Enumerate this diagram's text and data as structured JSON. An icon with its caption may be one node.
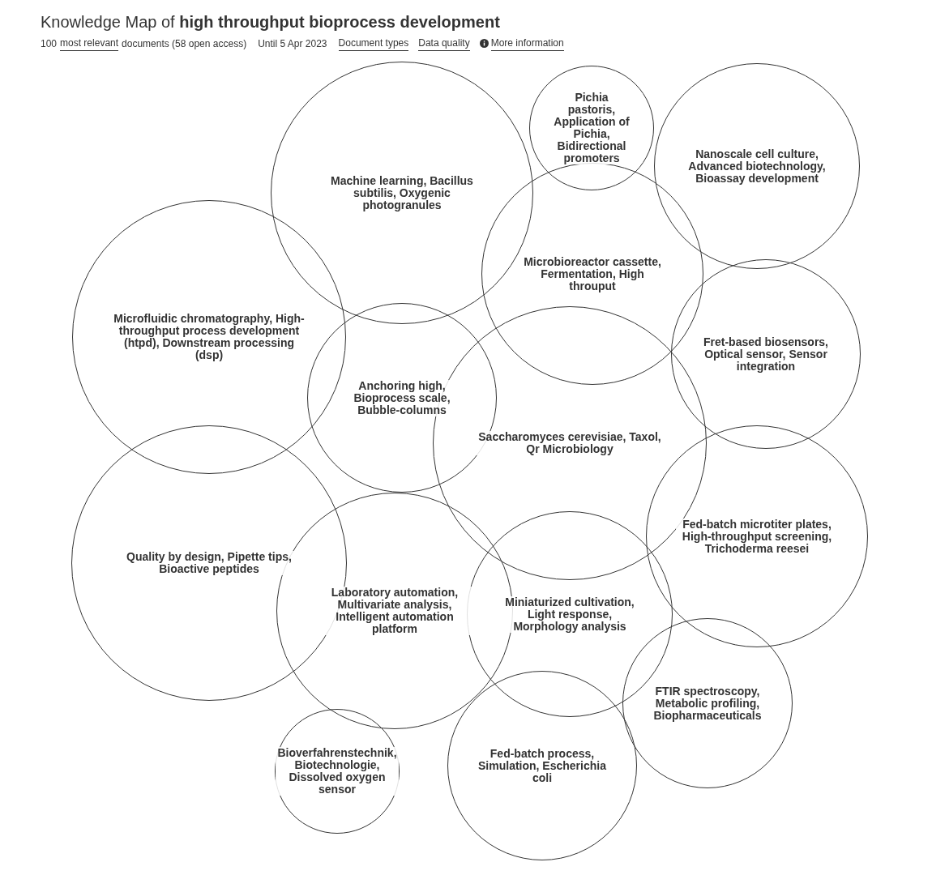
{
  "diagram": {
    "title": "Knowledge Map of **high throughput bioprocess development**",
    "nodes": [
      {
        "text": [
          "Pichia pastoris, Application of Pichia, Bidirectional promoters"
        ]
      },
      {
        "text": [
          "Nanoscale cell culture, Advanced biotechnology, Bioassay development"
        ]
      },
      {
        "text": [
          "Machine learning, Bacillus subtilis, Oxygenic photogranules"
        ]
      },
      {
        "text": [
          "Microbioreactor cassette, Fermentation, High throuput"
        ]
      },
      {
        "text": [
          "Microfluidic chromatography, High-throughput process development (htpd), Downstream processing (dsp)"
        ]
      },
      {
        "text": [
          "Fret-based biosensors, Optical sensor, Sensor integration"
        ]
      },
      {
        "text": [
          "Anchoring high, Bioprocess scale, Bubble-columns"
        ]
      },
      {
        "text": [
          "Saccharomyces cerevisiae, Taxol, Qr Microbiology"
        ]
      },
      {
        "text": [
          "Fed-batch microtiter plates, High-throughput screening, Trichoderma reesei"
        ]
      },
      {
        "text": [
          "Quality by design, Pipette tips, Bioactive peptides"
        ]
      },
      {
        "text": [
          "Laboratory automation, Multivariate analysis, Intelligent automation platform"
        ]
      },
      {
        "text": [
          "Miniaturized cultivation, Light response, Morphology analysis"
        ]
      },
      {
        "text": [
          "FTIR spectroscopy, Metabolic profiling, Biopharmaceuticals"
        ]
      },
      {
        "text": [
          "Fed-batch process, Simulation, Escherichia coli"
        ]
      },
      {
        "text": [
          "Bioverfahrenstechnik, Biotechnologie, Dissolved oxygen sensor"
        ]
      }
    ],
    "labels": [
      "100",
      "most relevant",
      "documents (58 open access)",
      "Until 5 Apr 2023",
      "Document types",
      "Data quality",
      "More information"
    ]
  }
}
